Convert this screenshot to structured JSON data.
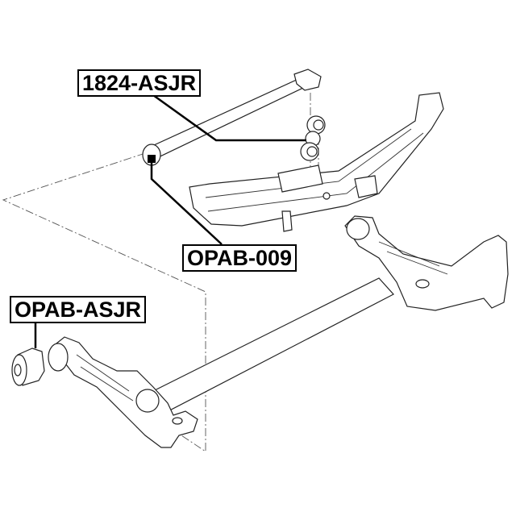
{
  "diagram": {
    "type": "exploded parts diagram - rear suspension",
    "labels": [
      {
        "id": "label-1",
        "text": "1824-ASJR",
        "target": "link arm bushing assembly"
      },
      {
        "id": "label-2",
        "text": "OPAB-009",
        "target": "arm end bushing"
      },
      {
        "id": "label-3",
        "text": "OPAB-ASJR",
        "target": "rear beam trailing arm bushing"
      }
    ],
    "colors": {
      "line": "#000000",
      "background": "#ffffff"
    }
  }
}
